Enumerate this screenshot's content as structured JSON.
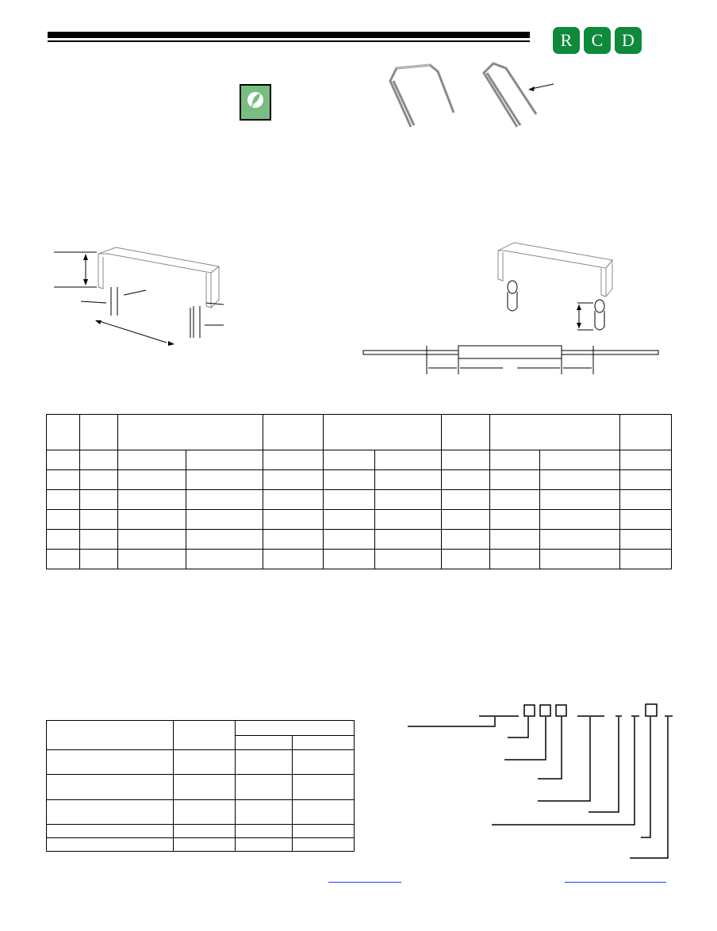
{
  "header": {
    "logo": {
      "letters": [
        "R",
        "C",
        "D"
      ],
      "color": "#0e8a3a"
    },
    "badge": {
      "icon": "leaf-icon",
      "color": "#79bd83"
    }
  },
  "spec_table": {
    "header_cells": [
      "",
      "",
      "",
      "",
      "",
      "",
      "",
      "",
      ""
    ],
    "subheader_cells": [
      "",
      "",
      "",
      "",
      "",
      "",
      "",
      "",
      "",
      "",
      "",
      "",
      ""
    ],
    "row_count": 5
  },
  "derating_table": {
    "row_count": 5
  },
  "footer": {
    "link_color": "#1f3fff"
  }
}
